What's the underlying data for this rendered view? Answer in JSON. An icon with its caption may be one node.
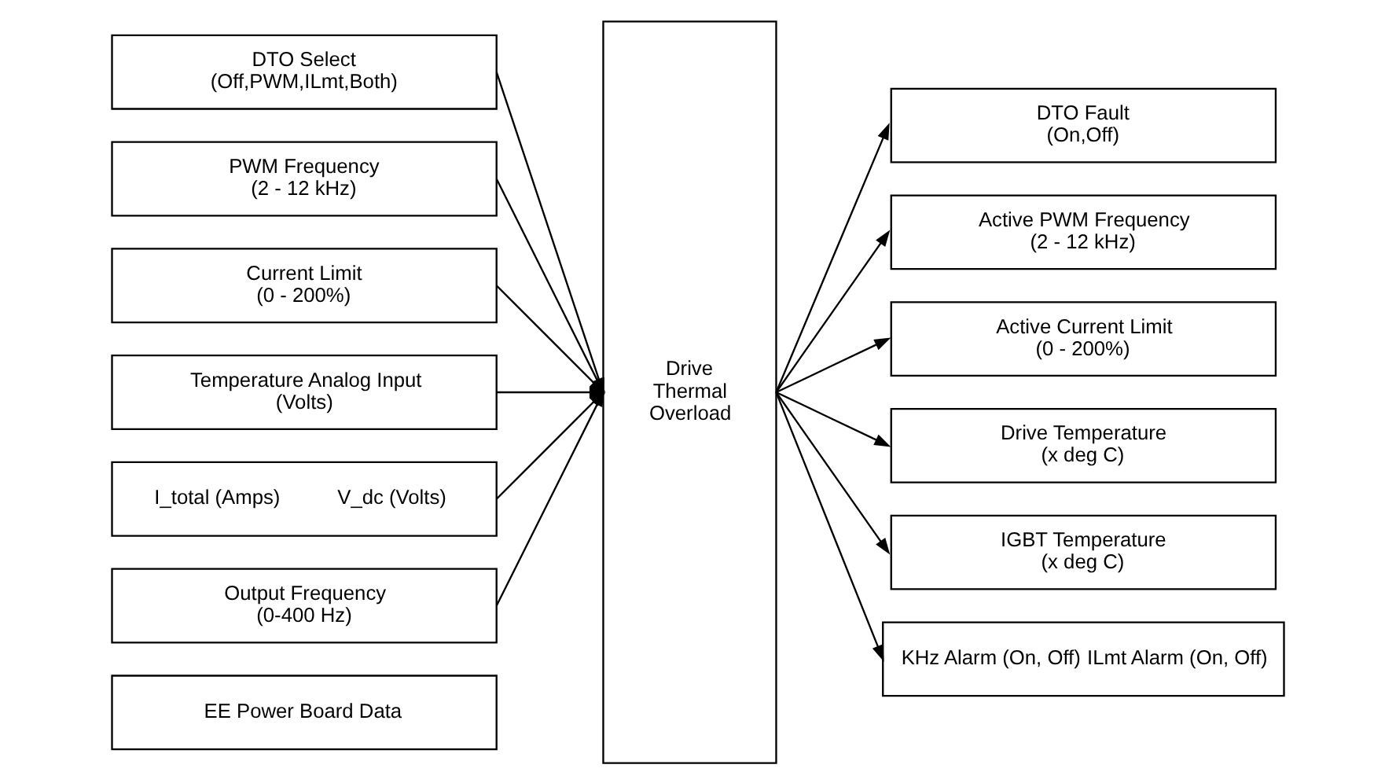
{
  "diagram": {
    "nodes": [
      {
        "text": [
          "DTO Select",
          "(Off,PWM,ILmt,Both)"
        ]
      },
      {
        "text": [
          "PWM Frequency",
          "(2 - 12 kHz)"
        ]
      },
      {
        "text": [
          "Current Limit",
          "(0 - 200%)"
        ]
      },
      {
        "text": [
          "Temperature Analog Input",
          "(Volts)"
        ]
      },
      {
        "text": [
          "I_total (Amps)",
          "V_dc (Volts)"
        ]
      },
      {
        "text": [
          "Output Frequency",
          "(0-400 Hz)"
        ]
      },
      {
        "text": [
          "EE Power Board Data"
        ]
      },
      {
        "text": [
          "Drive Thermal Overload"
        ]
      },
      {
        "text": [
          "DTO Fault",
          "(On,Off)"
        ]
      },
      {
        "text": [
          "Active PWM Frequency",
          "(2 - 12 kHz)"
        ]
      },
      {
        "text": [
          "Active Current Limit",
          "(0 - 200%)"
        ]
      },
      {
        "text": [
          "Drive Temperature",
          "(x deg C)"
        ]
      },
      {
        "text": [
          "IGBT Temperature",
          "(x deg C)"
        ]
      },
      {
        "text": [
          "KHz Alarm (On, Off)",
          "ILmt Alarm (On, Off)"
        ]
      }
    ],
    "edges": [
      {
        "from": 0,
        "to": 7,
        "arrow": "to"
      },
      {
        "from": 1,
        "to": 7,
        "arrow": "to"
      },
      {
        "from": 2,
        "to": 7,
        "arrow": "to"
      },
      {
        "from": 3,
        "to": 7,
        "arrow": "to"
      },
      {
        "from": 4,
        "to": 7,
        "arrow": "to"
      },
      {
        "from": 5,
        "to": 7,
        "arrow": "to"
      },
      {
        "from": 7,
        "to": 8,
        "arrow": "to"
      },
      {
        "from": 7,
        "to": 9,
        "arrow": "to"
      },
      {
        "from": 7,
        "to": 10,
        "arrow": "to"
      },
      {
        "from": 7,
        "to": 11,
        "arrow": "to"
      },
      {
        "from": 7,
        "to": 12,
        "arrow": "to"
      },
      {
        "from": 7,
        "to": 13,
        "arrow": "to"
      }
    ]
  }
}
